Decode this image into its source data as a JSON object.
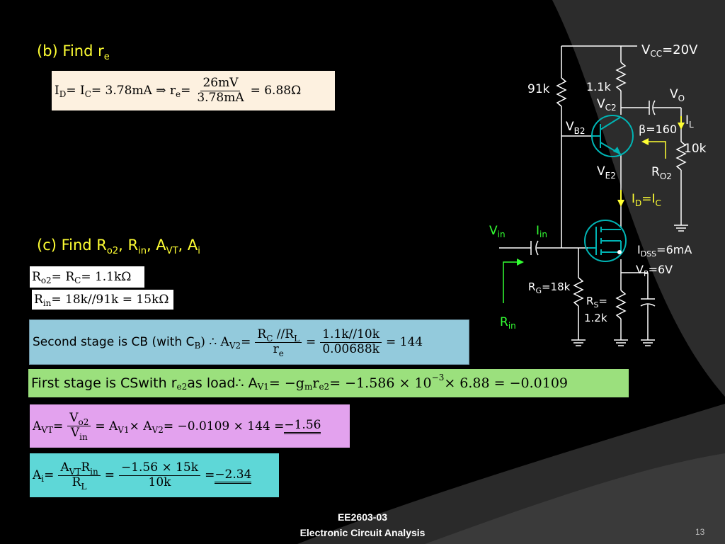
{
  "slide": {
    "heading_b_main": "(b) Find  r",
    "heading_b_sub": "e",
    "heading_c_main": "(c) Find R",
    "heading_c_sub1": "o2",
    "heading_c_mid1": ", R",
    "heading_c_sub2": "in",
    "heading_c_mid2": ", A",
    "heading_c_sub3": "VT",
    "heading_c_mid3": ", A",
    "heading_c_sub4": "i",
    "footer_line1": "EE2603-03",
    "footer_line2": "Electronic Circuit Analysis",
    "page_number": "13"
  },
  "eq_re": {
    "lhs": "I",
    "lhs_sub": "D",
    "eq1": " = I",
    "eq1_sub": "C",
    "eq2": " = 3.78mA ⇒ r",
    "eq2_sub": "e",
    "eq3": " = ",
    "num": "26mV",
    "den": "3.78mA",
    "result": " = 6.88Ω"
  },
  "eq_ro2": {
    "a": "R",
    "a_sub": "o2",
    "b": " = R",
    "b_sub": "C",
    "c": " = 1.1kΩ"
  },
  "eq_rin": {
    "a": "R",
    "a_sub": "in",
    "b": " = 18k//91k = 15kΩ"
  },
  "eq_av2": {
    "text": "Second stage is CB (with C",
    "text_sub": "B",
    "text2": ") ∴ A",
    "text2_sub": "V2",
    "eq": " = ",
    "num1": "R",
    "num1_sub": "C",
    "num1b": " //R",
    "num1b_sub": "L",
    "den1": "r",
    "den1_sub": "e",
    "num2": "1.1k//10k",
    "den2": "0.00688k",
    "result": " = 144"
  },
  "eq_av1": {
    "text": "First stage is CSwith r",
    "text_sub": "e2",
    "text2": " as load∴ A",
    "text2_sub": "V1",
    "text3": " = −g",
    "text3_sub": "m",
    "text4": "r",
    "text4_sub": "e2",
    "text5": " = −1.586 × 10",
    "text5_sup": "−3",
    "text6": " × 6.88 = −0.0109"
  },
  "eq_avt": {
    "lhs": "A",
    "lhs_sub": "VT",
    "eq": " = ",
    "num": "V",
    "num_sub": "o2",
    "den": "V",
    "den_sub": "in",
    "mid": " = A",
    "mid_sub": "V1",
    "mid2": " × A",
    "mid2_sub": "V2",
    "mid3": " = −0.0109 × 144 = ",
    "result": "−1.56"
  },
  "eq_ai": {
    "lhs": "A",
    "lhs_sub": "i",
    "eq": " = ",
    "num1": "A",
    "num1_sub": "VT",
    "num1b": "R",
    "num1b_sub": "in",
    "den1": "R",
    "den1_sub": "L",
    "num2": "−1.56 × 15k",
    "den2": "10k",
    "mid": " = ",
    "mid2": " = ",
    "result": "−2.34"
  },
  "circuit": {
    "vcc": "V",
    "vcc_sub": "CC",
    "vcc_val": "=20V",
    "r91k": "91k",
    "r11k": "1.1k",
    "vc2": "V",
    "vc2_sub": "C2",
    "vo": "V",
    "vo_sub": "O",
    "il": "I",
    "il_sub": "L",
    "vb2": "V",
    "vb2_sub": "B2",
    "beta": "β=160",
    "r10k": "10k",
    "ve2": "V",
    "ve2_sub": "E2",
    "ro2": "R",
    "ro2_sub": "O2",
    "id_ic": "I",
    "id_sub": "D",
    "id_eq": "=I",
    "ic_sub": "C",
    "vin": "V",
    "vin_sub": "in",
    "iin": "I",
    "iin_sub": "in",
    "idss": "I",
    "idss_sub": "DSS",
    "idss_val": "=6mA",
    "vp": "V",
    "vp_sub": "P",
    "vp_val": "=6V",
    "rg": "R",
    "rg_sub": "G",
    "rg_val": "=18k",
    "rs": "R",
    "rs_sub": "S",
    "rs_eq": "=",
    "rs_val": "1.2k",
    "rin": "R",
    "rin_sub": "in"
  },
  "colors": {
    "heading": "#ffff33",
    "box_re": "#fdf1e0",
    "box_white": "#ffffff",
    "box_av2": "#93cadc",
    "box_av1": "#9be07d",
    "box_avt": "#e3a2ee",
    "box_ai": "#5ed7d7",
    "transistor": "#00b4b4",
    "green_label": "#33ff33",
    "yellow_label": "#ffff33"
  }
}
